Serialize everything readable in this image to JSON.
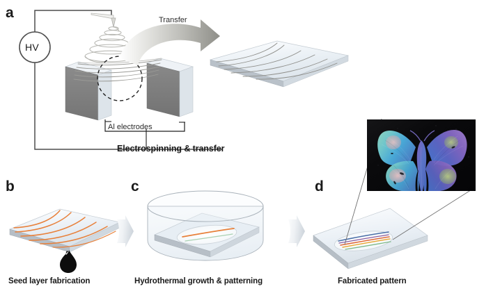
{
  "figure": {
    "kind": "scientific-process-schematic",
    "panels": [
      {
        "letter": "a",
        "caption": "Electrospinning & transfer",
        "labels": {
          "voltage_source": "HV",
          "electrodes": "Al electrodes",
          "transfer": "Transfer"
        },
        "elements": [
          "high-voltage-source-circle",
          "spinneret-needle",
          "whipping-jet-spiral-cone",
          "parallel-aluminium-electrodes",
          "aligned-fibers-across-gap",
          "dashed-inspection-circle",
          "curved-transfer-arrow",
          "receiving-substrate-with-fibers",
          "circuit-wire"
        ]
      },
      {
        "letter": "b",
        "caption": "Seed layer fabrication",
        "labels": {},
        "elements": [
          "substrate-plate",
          "orange-seed-fibers",
          "flame-annealing-icon"
        ]
      },
      {
        "letter": "c",
        "caption": "Hydrothermal growth & patterning",
        "labels": {},
        "elements": [
          "glass-beaker-cylinder",
          "immersed-substrate-plate",
          "growth-ellipse-region",
          "orange-pattern-line",
          "green-pattern-line"
        ]
      },
      {
        "letter": "d",
        "caption": "Fabricated pattern",
        "labels": {},
        "elements": [
          "substrate-plate",
          "structural-color-ellipse",
          "rainbow-pattern-lines",
          "callout-leader-lines",
          "butterfly-photograph"
        ]
      }
    ],
    "photo": {
      "subject": "iridescent-structural-color-butterfly",
      "background": "#0a0a0c"
    },
    "colors": {
      "electrode_face": "#7f7f7f",
      "electrode_edge": "#d6dce2",
      "plate_top": "#eef2f6",
      "plate_side": "#b9c0c7",
      "seed_orange": "#e8803a",
      "pattern_green": "#7fb98a",
      "arrow_gray": "#9a9a95",
      "wire": "#4b4b4b",
      "text": "#1a1a1a"
    }
  }
}
